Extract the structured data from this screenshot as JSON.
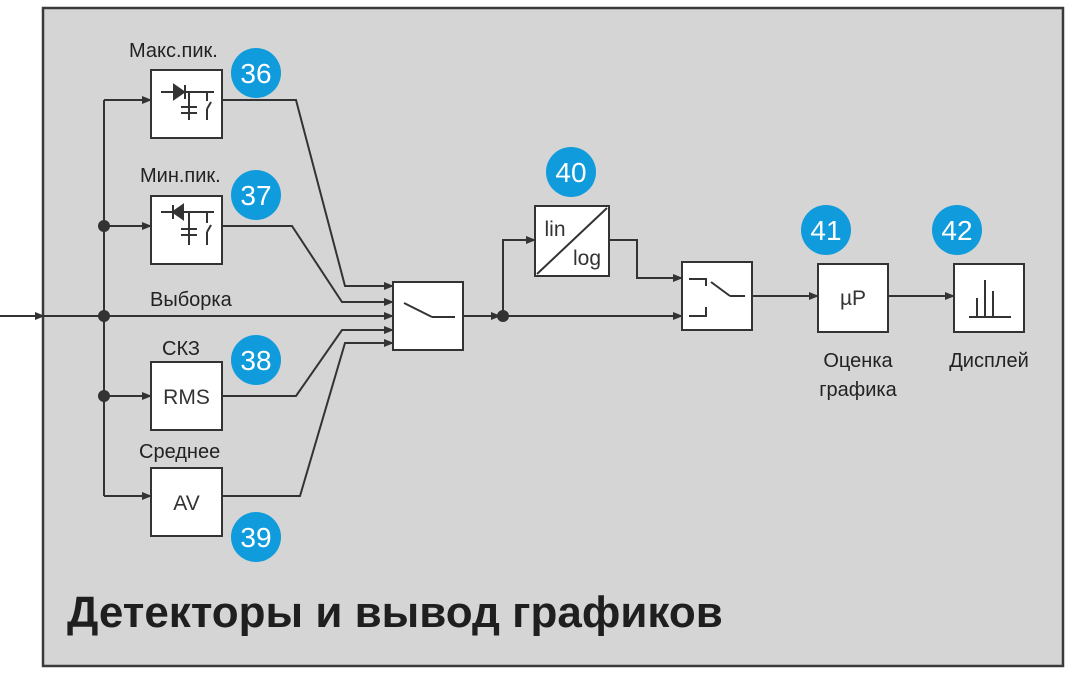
{
  "colors": {
    "panel_bg": "#d5d5d5",
    "panel_border": "#3a3a3a",
    "badge": "#0f9bdc",
    "block_fill": "#ffffff",
    "line": "#333333"
  },
  "title": "Детекторы и вывод графиков",
  "labels": {
    "max_peak": "Макс.пик.",
    "min_peak": "Мин.пик.",
    "sample": "Выборка",
    "rms_group": "СКЗ",
    "average": "Среднее",
    "graph_eval_line1": "Оценка",
    "graph_eval_line2": "графика",
    "display": "Дисплей"
  },
  "blocks": {
    "rms": "RMS",
    "av": "AV",
    "lin": "lin",
    "log": "log",
    "microprocessor": "µP"
  },
  "badges": {
    "b36": "36",
    "b37": "37",
    "b38": "38",
    "b39": "39",
    "b40": "40",
    "b41": "41",
    "b42": "42"
  }
}
